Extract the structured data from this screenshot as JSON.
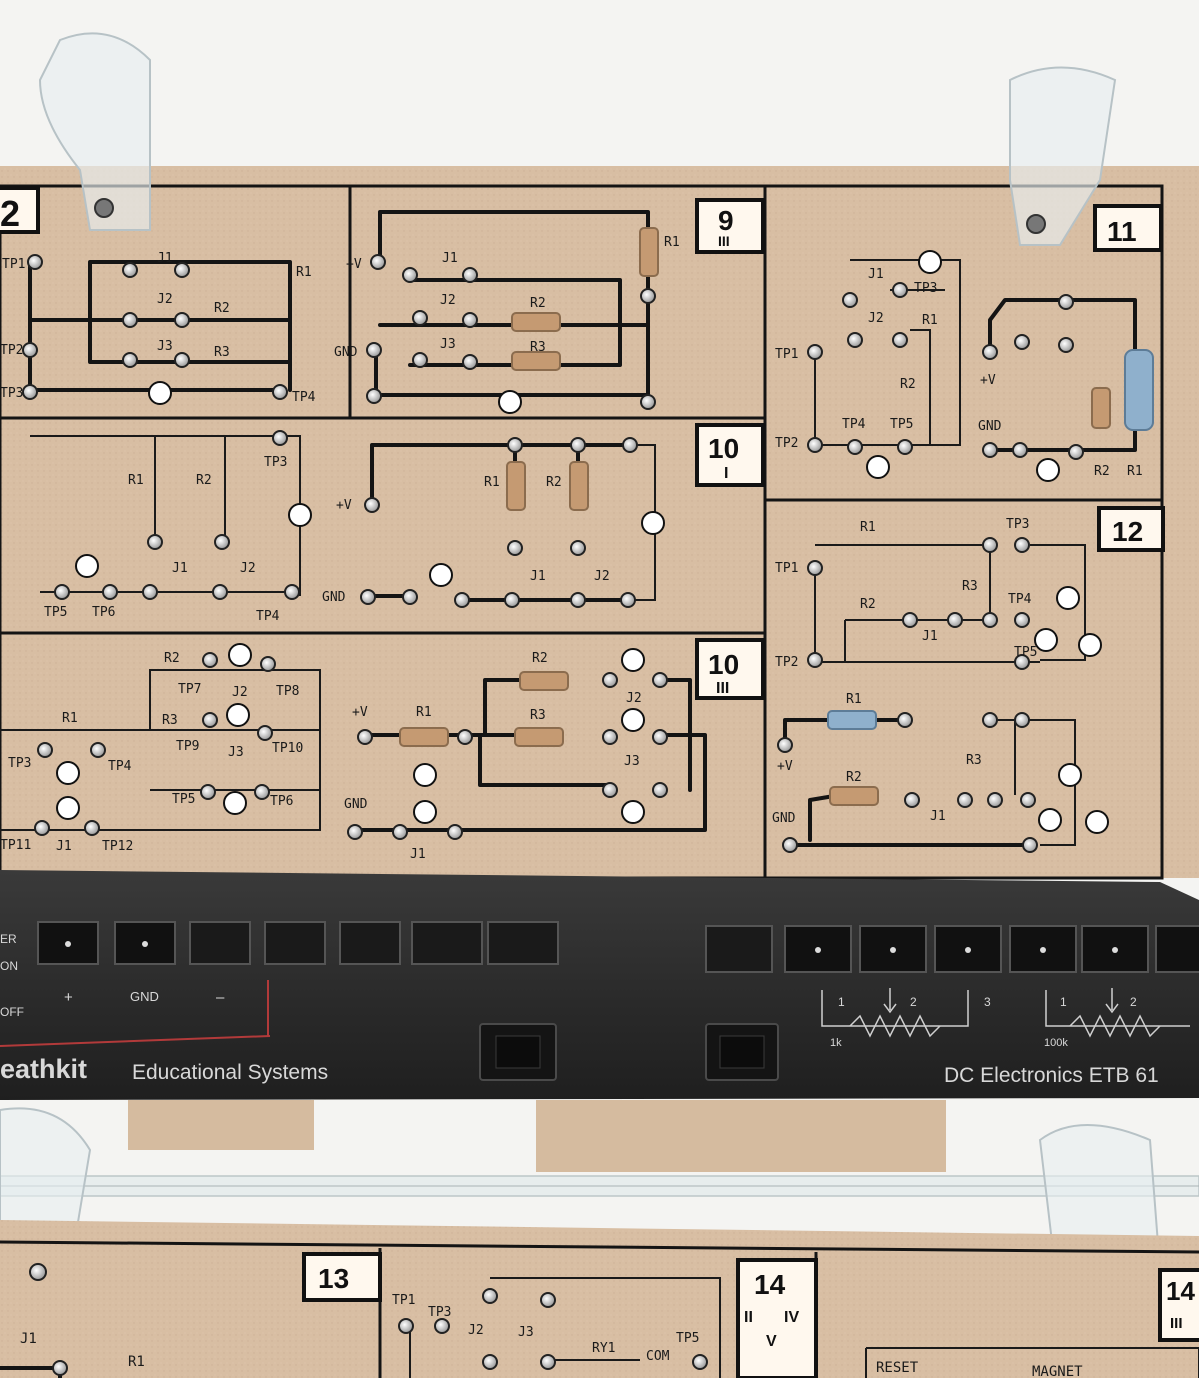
{
  "circuit_numbers": [
    "2",
    "9",
    "III",
    "11",
    "10",
    "I",
    "12",
    "10",
    "III",
    "13",
    "14",
    "II",
    "IV",
    "V",
    "14",
    "III"
  ],
  "board_labels": {
    "b2": [
      "TP1",
      "TP2",
      "TP3",
      "TP4",
      "J1",
      "J2",
      "J3",
      "R1",
      "R2",
      "R3"
    ],
    "b9": [
      "R1",
      "J1",
      "J2",
      "J3",
      "R2",
      "R3",
      "+V",
      "GND"
    ],
    "b11": [
      "J1",
      "J2",
      "TP1",
      "TP2",
      "TP3",
      "TP4",
      "TP5",
      "R1",
      "R2",
      "+V",
      "GND",
      "R2",
      "R1"
    ],
    "b10a": [
      "TP3",
      "TP4",
      "TP5",
      "TP6",
      "R1",
      "R2",
      "J1",
      "J2"
    ],
    "b10b": [
      "+V",
      "GND",
      "R1",
      "R2",
      "J1",
      "J2"
    ],
    "b12": [
      "R1",
      "R2",
      "R3",
      "TP1",
      "TP2",
      "TP3",
      "TP4",
      "TP5",
      "J1",
      "+V",
      "GND",
      "R1",
      "R2",
      "R3",
      "J1"
    ],
    "b10c": [
      "R1",
      "R2",
      "R3",
      "TP3",
      "TP4",
      "TP5",
      "TP6",
      "TP7",
      "TP8",
      "TP9",
      "TP10",
      "TP11",
      "TP12",
      "J1",
      "J2",
      "J3"
    ],
    "b10d": [
      "+V",
      "GND",
      "R1",
      "R2",
      "R3",
      "J1",
      "J2",
      "J3"
    ],
    "b13": [
      "J1",
      "R1"
    ],
    "b14": [
      "TP1",
      "TP3",
      "J2",
      "J3",
      "RY1",
      "COM",
      "TP5"
    ],
    "b14c": [
      "RESET",
      "MAGNET"
    ]
  },
  "panel": {
    "left_labels": [
      "ER",
      "ON",
      "OFF"
    ],
    "jack_labels": [
      "+",
      "GND",
      "–"
    ],
    "pot1_pins": [
      "1",
      "2",
      "3"
    ],
    "pot1_value": "1k",
    "pot2_pins": [
      "1",
      "2"
    ],
    "pot2_value": "100k",
    "brand": "eathkit",
    "brand_sub": "Educational Systems",
    "model": "DC Electronics ETB 61"
  },
  "colors": {
    "board": "#d9bfa3",
    "panel": "#2b2b2b",
    "wall": "#f4f4f2",
    "accent_red": "#b23a3a"
  }
}
